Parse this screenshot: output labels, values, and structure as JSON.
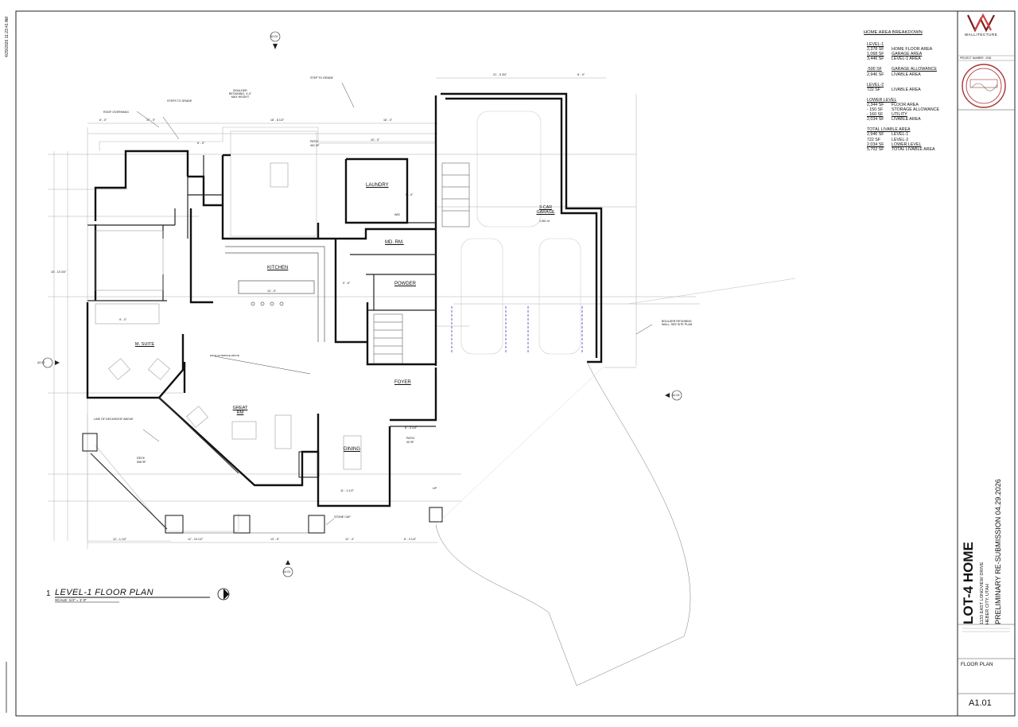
{
  "timestamp": "4/29/2026 11:23:41 AM",
  "firm": {
    "name": "WALLITECTURE",
    "logo_letters": "WA"
  },
  "project_number_label": "PROJECT NUMBER : 2026",
  "area_breakdown": {
    "title": "HOME AREA BREAKDOWN",
    "groups": [
      {
        "title": "LEVEL-1",
        "rows": [
          {
            "value": "2,378 SF",
            "label": "HOME FLOOR AREA"
          },
          {
            "value": "1,068 SF",
            "label": "GARAGE AREA"
          },
          {
            "value": "3,446 SF",
            "label": "LEVEL-1 AREA"
          }
        ]
      },
      {
        "title": "",
        "rows": [
          {
            "value": "-500 SF",
            "label": "GARAGE ALLOWANCE"
          },
          {
            "value": "2,946 SF",
            "label": "LIVABLE AREA"
          }
        ]
      },
      {
        "title": "LEVEL-2",
        "rows": [
          {
            "value": "722 SF",
            "label": "LIVABLE AREA"
          }
        ]
      },
      {
        "title": "LOWER LEVEL",
        "rows": [
          {
            "value": "2,344 SF",
            "label": "FLOOR AREA"
          },
          {
            "value": "- 150 SF",
            "label": "STORAGE ALLOWANCE"
          },
          {
            "value": "- 160 SF",
            "label": "UTILITY"
          },
          {
            "value": "2,034 SF",
            "label": "LIVABLE AREA"
          }
        ]
      },
      {
        "title": "TOTAL LIVABLE AREA",
        "rows": [
          {
            "value": "2,946 SF",
            "label": "LEVEL-1"
          },
          {
            "value": "722 SF",
            "label": "LEVEL-2"
          },
          {
            "value": "2,034 SF",
            "label": "LOWER LEVEL"
          },
          {
            "value": "5,702 SF",
            "label": "TOTAL LIVABLE AREA"
          }
        ]
      }
    ]
  },
  "project": {
    "title": "LOT-4 HOME",
    "address_line1": "1133 EAST LONGVIEW DRIVE",
    "address_line2": "HEBER CITY, UTAH",
    "submission": "PRELIMINARY RE-SUBMISSION 04.29.2026"
  },
  "sheet": {
    "name": "FLOOR PLAN",
    "number": "A1.01"
  },
  "plan": {
    "number": "1",
    "title": "LEVEL-1 FLOOR PLAN",
    "scale": "SCALE:  1/4\" = 1'-0\""
  },
  "rooms": {
    "laundry": "LAUNDRY",
    "mud_room": "MD. RM.",
    "powder": "POWDER",
    "kitchen": "KITCHEN",
    "suite": "M. SUITE",
    "great_room": "GREAT RM",
    "dining": "DINING",
    "foyer": "FOYER",
    "garage": "3-CAR GARAGE",
    "garage_area": "1,061 sf",
    "patio": "PATIO",
    "patio_area": "401 SF",
    "patio2": "PATIO",
    "patio2_area": "40 SF",
    "deck": "DECK",
    "deck_area": "508 SF"
  },
  "notes": {
    "boulder_retaining": "BOULDER RETAINING, 4'-0\" MAX HEIGHT",
    "step_to_grade": "STEP TO GRADE",
    "steps_to_grade": "STEPS TO GRADE",
    "roof_overhang": "ROOF OVERHANG",
    "boulder_wall": "BOULDER RETAINING WALL, SEE SITE PLAN",
    "deck_roof": "LINE OF DECK/ROOF ABOVE",
    "stone_cap": "STONE CAP",
    "bridge_above": "EDGE OF BRIDGE ABOVE",
    "wd": "W/D",
    "up": "UP"
  },
  "section_tags": [
    "A2.02",
    "A2.02",
    "A2.01",
    "A2.03"
  ],
  "dimensions": {
    "top": [
      "21' - 5 3/4\"",
      "6' - 0\"",
      "17' - 0\"",
      "18' - 8 1/2\"",
      "16' - 0\"",
      "6' - 0\"",
      "5' - 0\"",
      "10' - 0\""
    ],
    "bottom": [
      "12' - 1 1/2\"",
      "12' - 10 1/2\"",
      "13' - 6\"",
      "12' - 4\"",
      "8' - 3 1/4\""
    ],
    "interior": [
      "9' - 0\"",
      "6' - 0\"",
      "13' - 0\"",
      "15' - 10 3/4\"",
      "9' - 6\"",
      "11' - 4 1/2\"",
      "8' - 3 1/4\""
    ]
  }
}
